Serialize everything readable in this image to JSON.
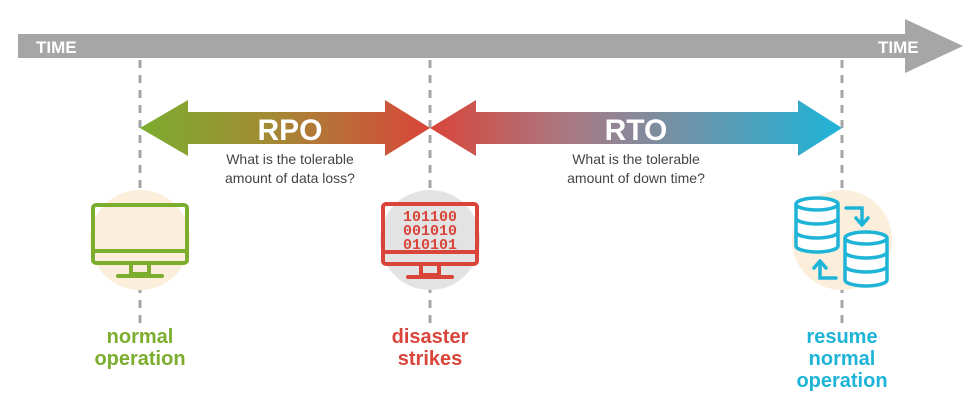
{
  "timeline": {
    "label_left": "TIME",
    "label_right": "TIME"
  },
  "rpo": {
    "title": "RPO",
    "question_line1": "What is the tolerable",
    "question_line2": "amount of data loss?"
  },
  "rto": {
    "title": "RTO",
    "question_line1": "What is the tolerable",
    "question_line2": "amount of down time?"
  },
  "stages": [
    {
      "line1": "normal",
      "line2": "operation",
      "line3": "",
      "icon": "monitor-icon"
    },
    {
      "line1": "disaster",
      "line2": "strikes",
      "line3": "",
      "icon": "binary-monitor-icon"
    },
    {
      "line1": "resume",
      "line2": "normal",
      "line3": "operation",
      "icon": "database-sync-icon"
    }
  ],
  "binary_screen": {
    "row1": "101100",
    "row2": "001010",
    "row3": "010101"
  },
  "colors": {
    "timeline": "#a6a6a6",
    "green": "#7cad2e",
    "red": "#d9453a",
    "blue": "#1eb4d8",
    "halo_left": "#fbefdc",
    "halo_mid": "#e3e3e3",
    "halo_right": "#fbefdc"
  }
}
